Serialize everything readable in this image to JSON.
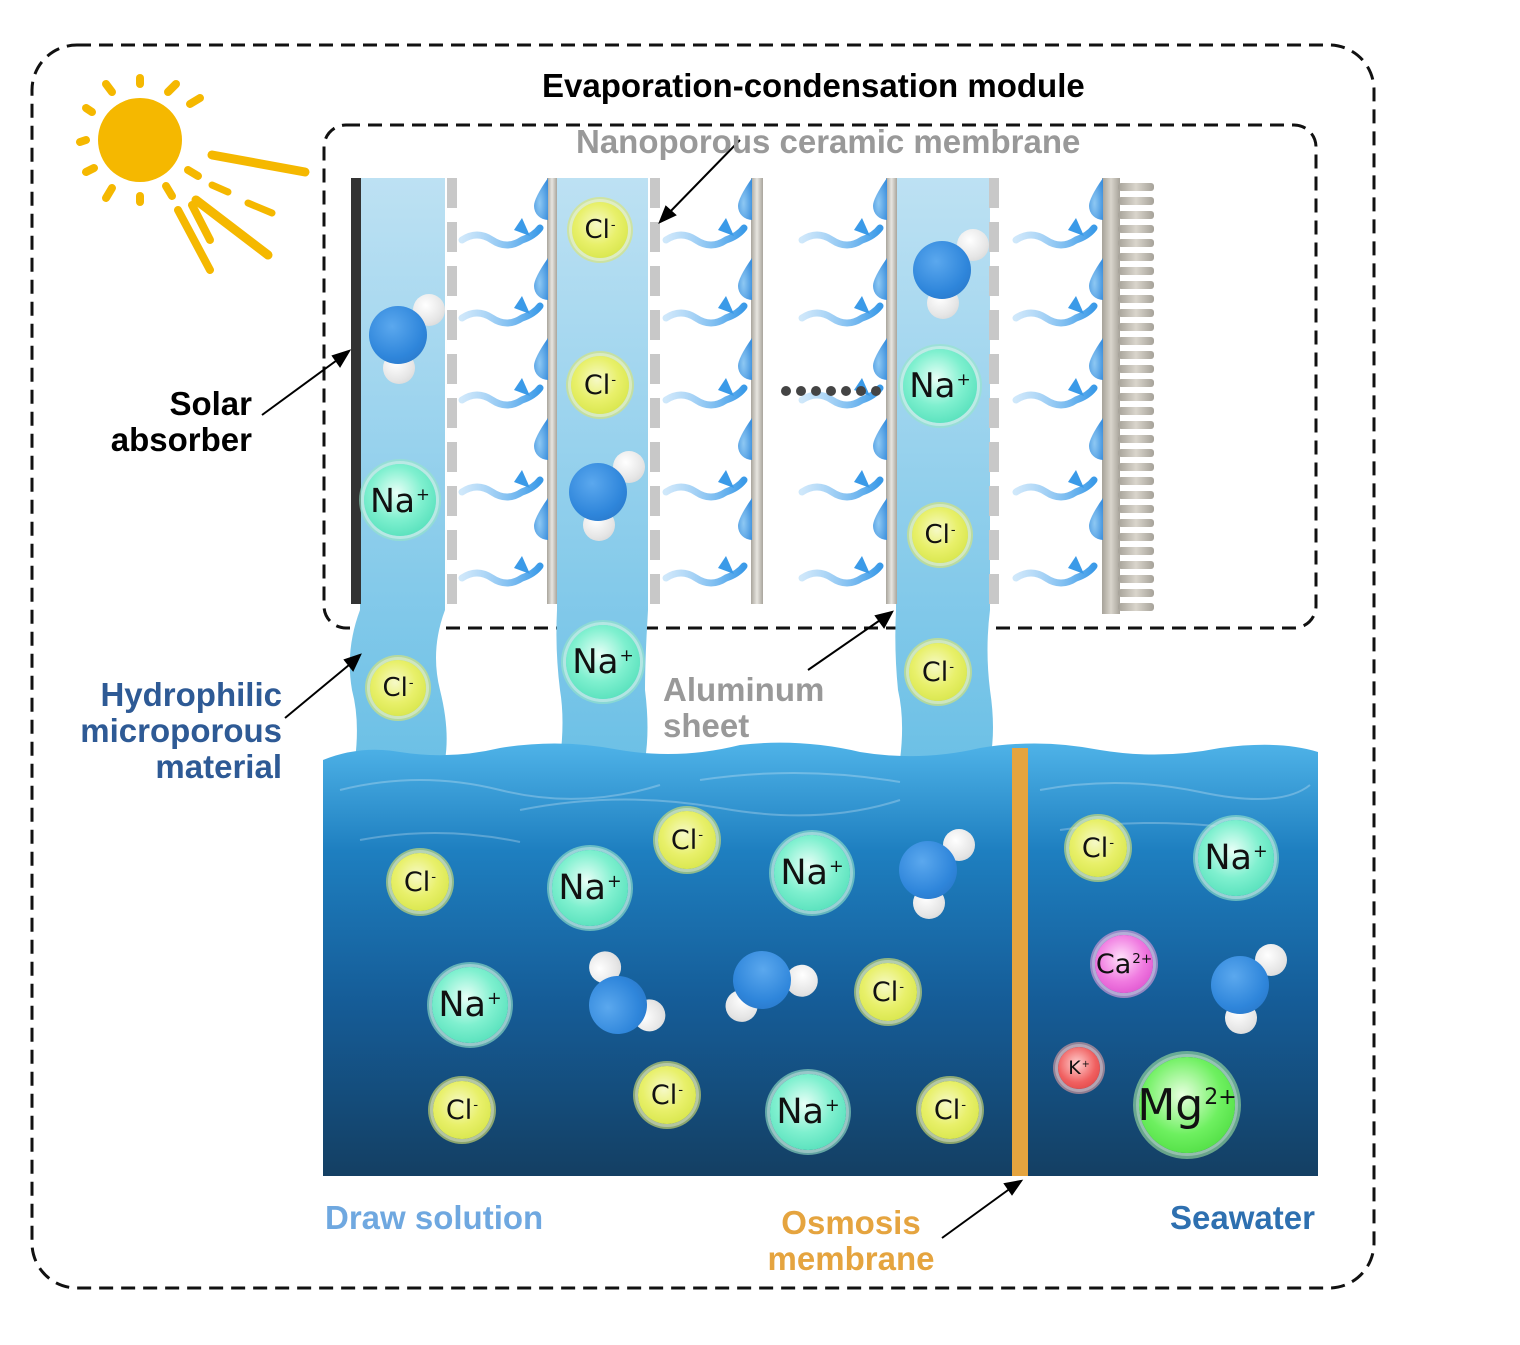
{
  "title": "Evaporation-condensation module",
  "labels": {
    "nanoporous_membrane": "Nanoporous ceramic membrane",
    "solar_absorber": "Solar\nabsorber",
    "solar_absorber_line1": "Solar",
    "solar_absorber_line2": "absorber",
    "hydrophilic_line1": "Hydrophilic",
    "hydrophilic_line2": "microporous",
    "hydrophilic_line3": "material",
    "aluminum_line1": "Aluminum",
    "aluminum_line2": "sheet",
    "draw_solution": "Draw solution",
    "osmosis_line1": "Osmosis",
    "osmosis_line2": "membrane",
    "seawater": "Seawater",
    "ellipsis": "......."
  },
  "ions": {
    "cl": {
      "symbol": "Cl",
      "charge": "-"
    },
    "na": {
      "symbol": "Na",
      "charge": "+"
    },
    "ca": {
      "symbol": "Ca",
      "charge": "2+"
    },
    "k": {
      "symbol": "K",
      "charge": "+"
    },
    "mg": {
      "symbol": "Mg",
      "charge": "2+"
    }
  },
  "colors": {
    "sun": "#f5b800",
    "wick": "#8ecde9",
    "osmosis_membrane": "#e5a43f",
    "draw_solution_label": "#6fa8e0",
    "seawater_label": "#2e70b0",
    "hydrophilic_label": "#2e5a95",
    "grey_label": "#999999"
  }
}
